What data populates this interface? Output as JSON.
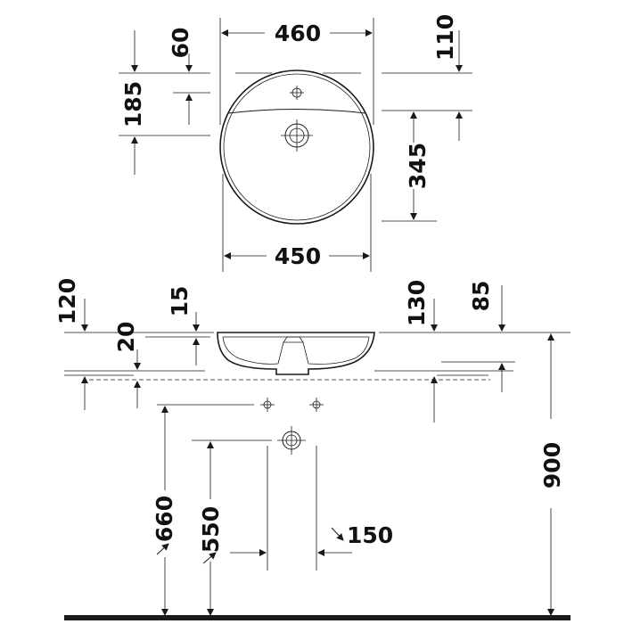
{
  "top_view": {
    "width_label": "460",
    "inner_width_label": "450",
    "tap_offset_label": "60",
    "rim_depth_label": "185",
    "tap_to_back_label": "110",
    "depth_label": "345"
  },
  "side_view": {
    "label_120": "120",
    "label_15": "15",
    "label_20": "20",
    "label_130": "130",
    "label_85": "85",
    "label_900": "900",
    "label_660": "660",
    "label_550": "550",
    "label_150": "150"
  }
}
